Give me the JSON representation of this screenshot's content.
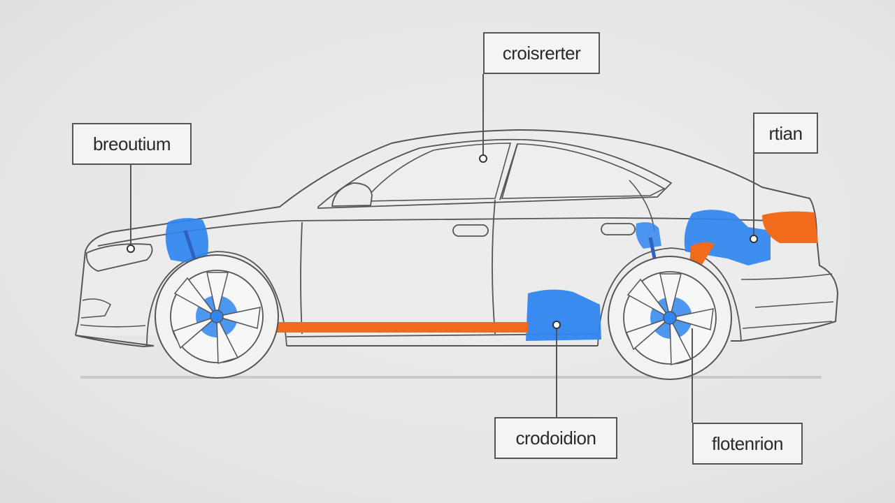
{
  "labels": {
    "top": "croisrerter",
    "left": "breoutium",
    "right": "rtian",
    "bottom_a": "crodoidion",
    "bottom_b": "flotenrion"
  },
  "colors": {
    "background": "#e8e9ea",
    "outline": "#555555",
    "highlight_blue": "#2f86f0",
    "highlight_orange": "#f26a1b"
  }
}
